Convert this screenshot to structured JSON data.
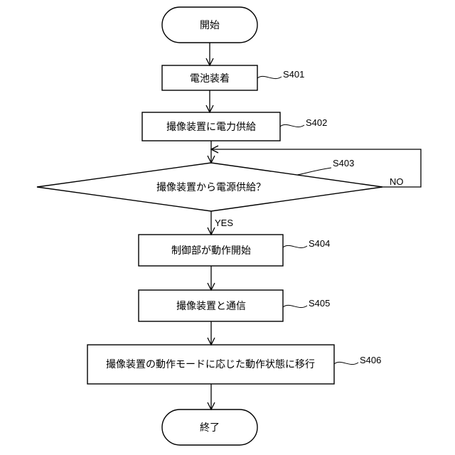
{
  "nodes": {
    "start": "開始",
    "s401": "電池装着",
    "s402": "撮像装置に電力供給",
    "s403": "撮像装置から電源供給？",
    "s404": "制御部が動作開始",
    "s405": "撮像装置と通信",
    "s406": "撮像装置の動作モードに応じた動作状態に移行",
    "end": "終了"
  },
  "step_labels": {
    "s401": "S401",
    "s402": "S402",
    "s403": "S403",
    "s404": "S404",
    "s405": "S405",
    "s406": "S406"
  },
  "branches": {
    "yes": "YES",
    "no": "NO"
  }
}
